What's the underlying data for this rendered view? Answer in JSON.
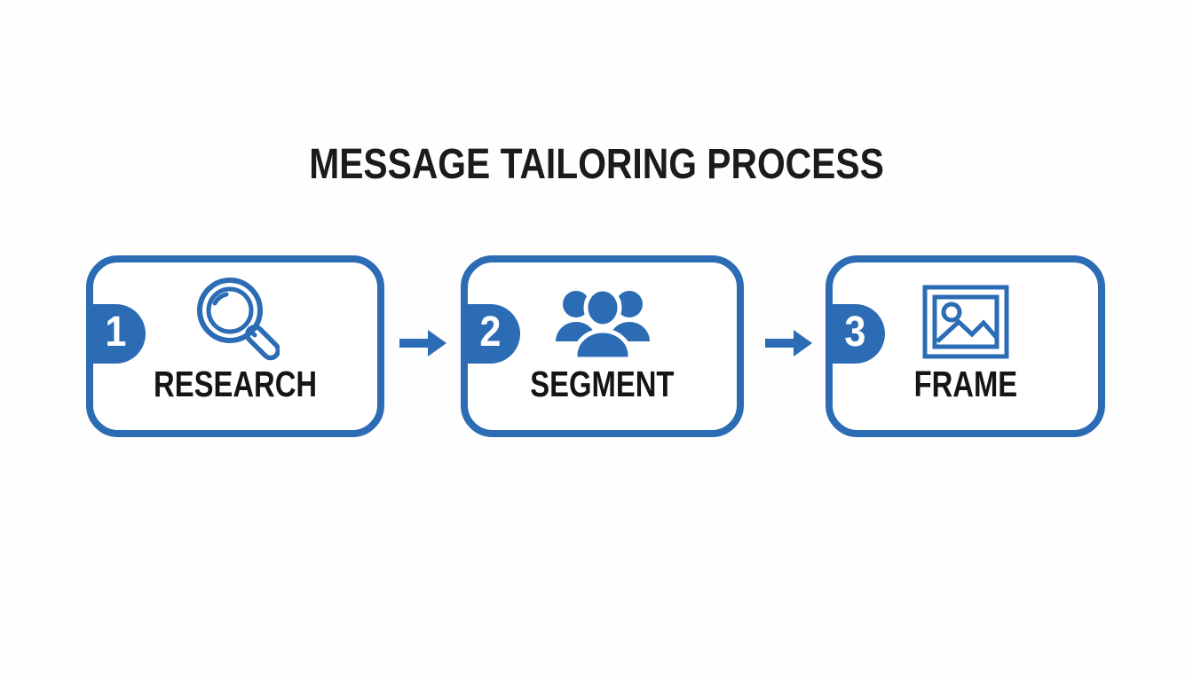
{
  "title": "MESSAGE TAILORING PROCESS",
  "colors": {
    "accent_blue": "#2b6cb4",
    "text_dark": "#1b1b1b",
    "background": "#fefefe"
  },
  "steps": [
    {
      "number": "1",
      "label": "RESEARCH",
      "icon": "magnifier-icon"
    },
    {
      "number": "2",
      "label": "SEGMENT",
      "icon": "people-group-icon"
    },
    {
      "number": "3",
      "label": "FRAME",
      "icon": "picture-frame-icon"
    }
  ],
  "connectors": [
    {
      "icon": "arrow-right-icon"
    },
    {
      "icon": "arrow-right-icon"
    }
  ]
}
